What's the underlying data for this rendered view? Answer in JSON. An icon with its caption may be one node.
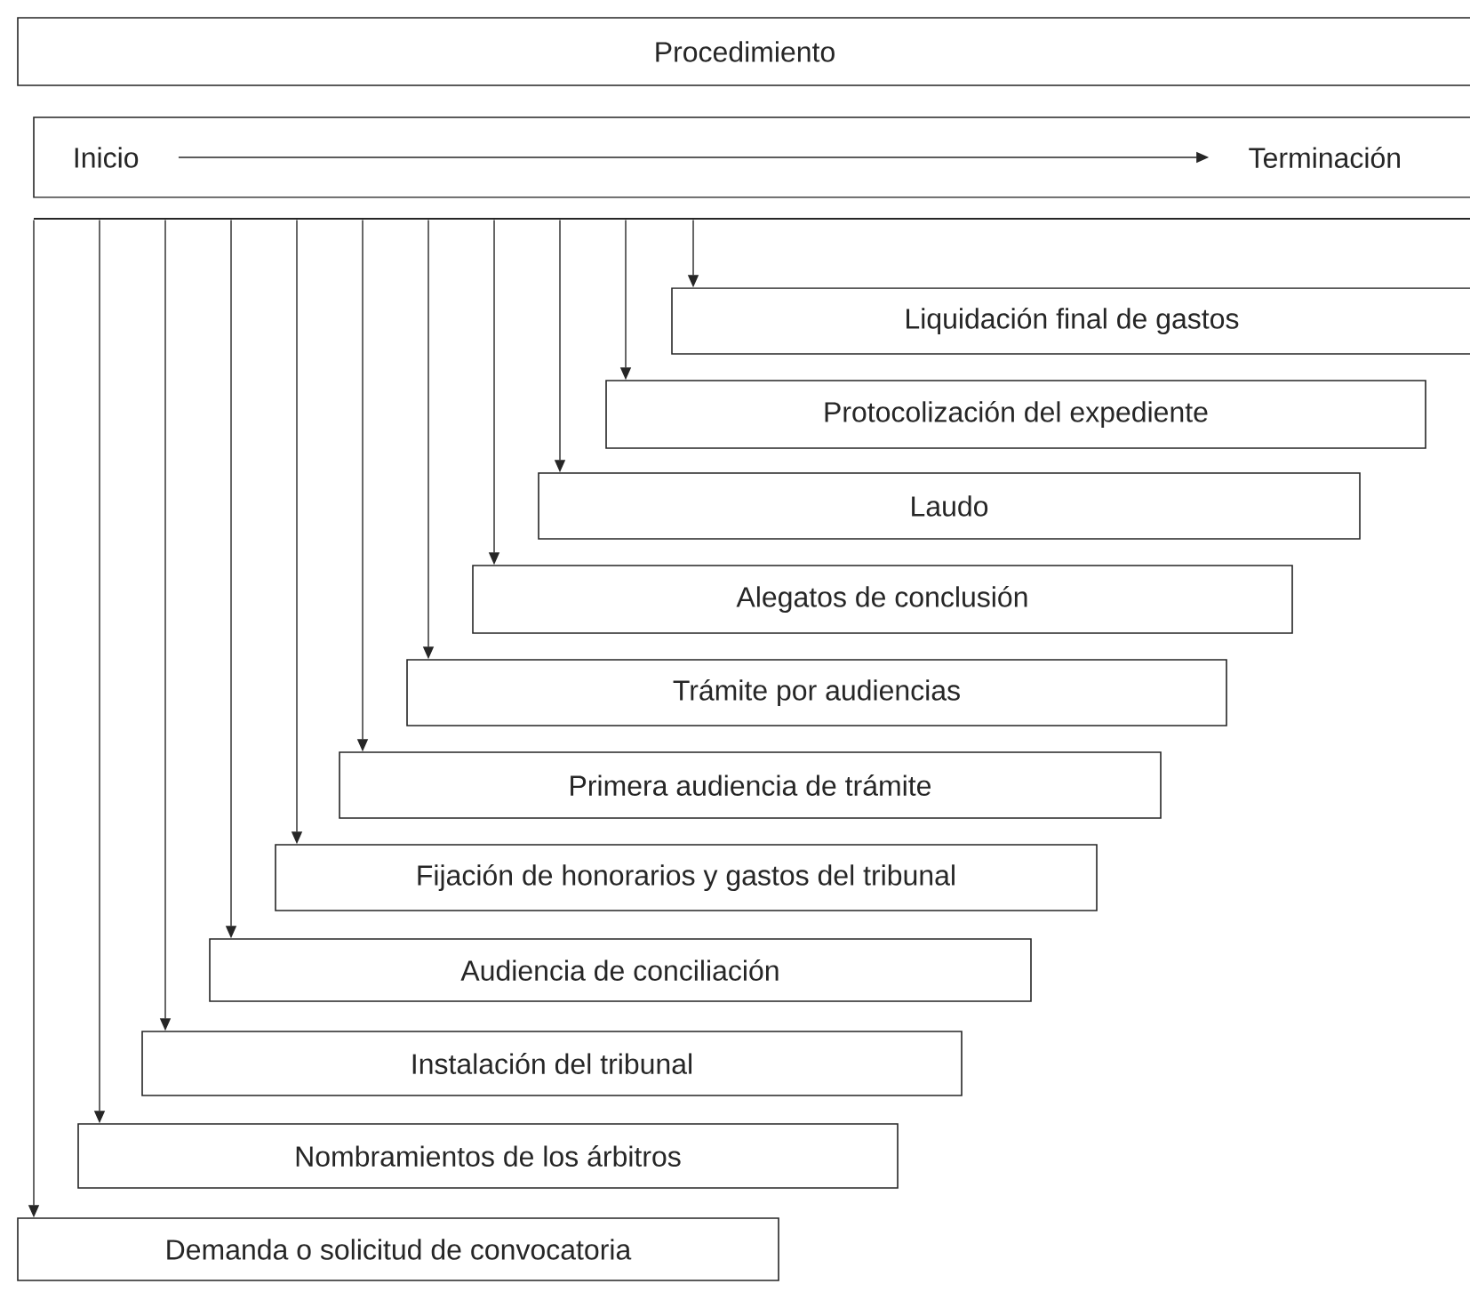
{
  "diagram": {
    "nodes": [
      {
        "text": [
          "Procedimiento"
        ]
      },
      {
        "text": [],
        "shape": "box"
      },
      {
        "text": [
          "Inicio"
        ],
        "in": 1
      },
      {
        "text": [
          "Terminación"
        ],
        "in": 1
      },
      {
        "text": [],
        "shape": "bar"
      },
      {
        "text": [
          "Liquidación final de gastos"
        ]
      },
      {
        "text": [
          "Protocolización del expediente"
        ]
      },
      {
        "text": [
          "Laudo"
        ]
      },
      {
        "text": [
          "Alegatos de conclusión"
        ]
      },
      {
        "text": [
          "Trámite por audiencias"
        ]
      },
      {
        "text": [
          "Primera audiencia de trámite"
        ]
      },
      {
        "text": [
          "Fijación de honorarios y gastos del tribunal"
        ]
      },
      {
        "text": [
          "Audiencia de conciliación"
        ]
      },
      {
        "text": [
          "Instalación del tribunal"
        ]
      },
      {
        "text": [
          "Nombramientos de los árbitros"
        ]
      },
      {
        "text": [
          "Demanda o solicitud de convocatoria"
        ]
      }
    ],
    "edges": [
      {
        "from": 2,
        "to": 3,
        "arrow": "to"
      },
      {
        "from": 4,
        "to": 15,
        "arrow": "to"
      },
      {
        "from": 4,
        "to": 14,
        "arrow": "to"
      },
      {
        "from": 4,
        "to": 13,
        "arrow": "to"
      },
      {
        "from": 4,
        "to": 12,
        "arrow": "to"
      },
      {
        "from": 4,
        "to": 11,
        "arrow": "to"
      },
      {
        "from": 4,
        "to": 10,
        "arrow": "to"
      },
      {
        "from": 4,
        "to": 9,
        "arrow": "to"
      },
      {
        "from": 4,
        "to": 8,
        "arrow": "to"
      },
      {
        "from": 4,
        "to": 7,
        "arrow": "to"
      },
      {
        "from": 4,
        "to": 6,
        "arrow": "to"
      },
      {
        "from": 4,
        "to": 5,
        "arrow": "to"
      }
    ]
  }
}
